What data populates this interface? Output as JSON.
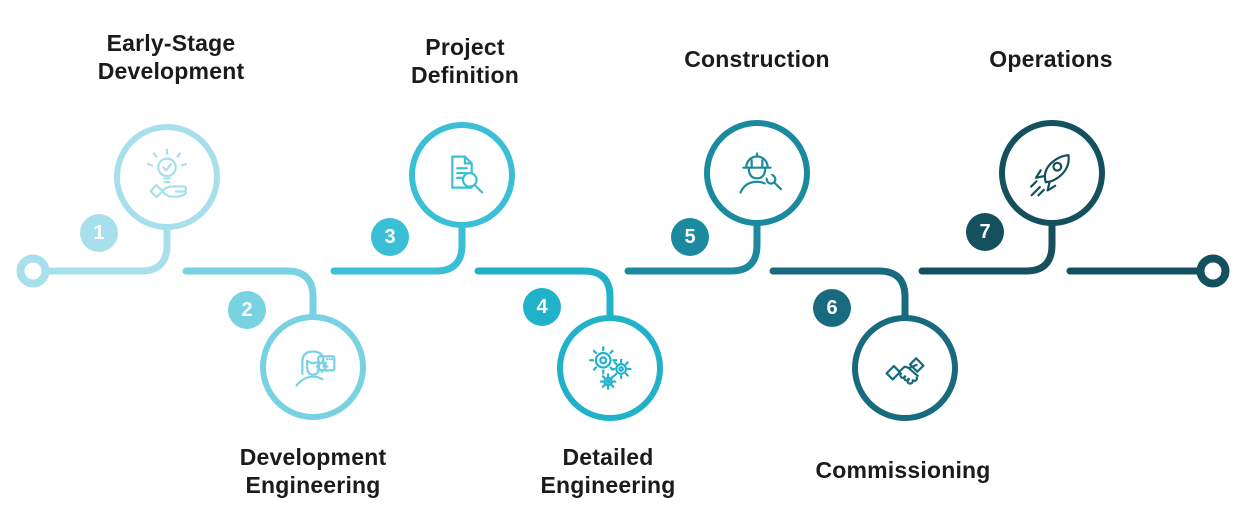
{
  "diagram": {
    "background": "#ffffff",
    "label_color": "#1b1b1b",
    "badge_text_color": "#ffffff",
    "stages": [
      {
        "number": "1",
        "label": "Early-Stage\nDevelopment",
        "color": "#a7e0ec",
        "icon": "idea-hand-icon"
      },
      {
        "number": "2",
        "label": "Development\nEngineering",
        "color": "#79d2e2",
        "icon": "engineer-person-icon"
      },
      {
        "number": "3",
        "label": "Project\nDefinition",
        "color": "#3bbfd6",
        "icon": "document-search-icon"
      },
      {
        "number": "4",
        "label": "Detailed\nEngineering",
        "color": "#21b2ca",
        "icon": "gears-icon"
      },
      {
        "number": "5",
        "label": "Construction",
        "color": "#1b8a9e",
        "icon": "construction-worker-icon"
      },
      {
        "number": "6",
        "label": "Commissioning",
        "color": "#186b7e",
        "icon": "handshake-icon"
      },
      {
        "number": "7",
        "label": "Operations",
        "color": "#14505e",
        "icon": "rocket-icon"
      }
    ]
  }
}
